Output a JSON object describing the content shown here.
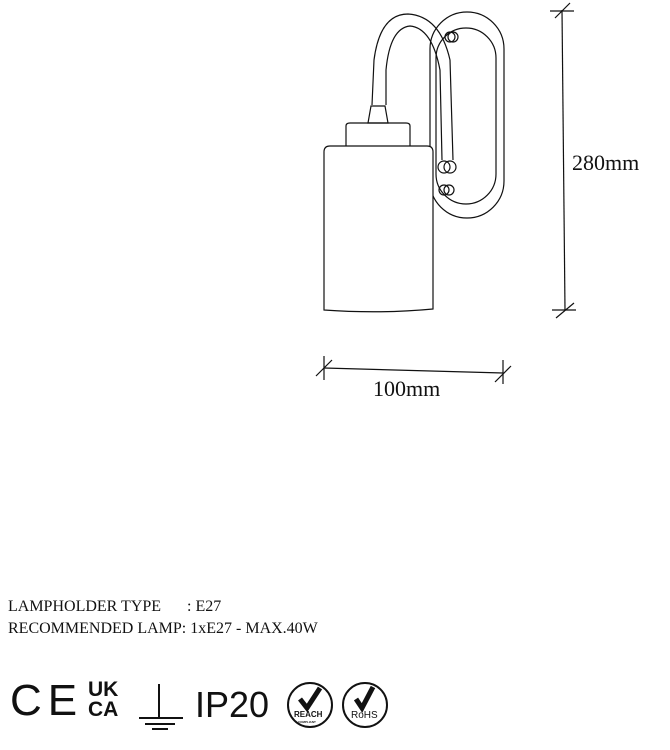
{
  "dimensions": {
    "height": "280mm",
    "width": "100mm"
  },
  "specs": {
    "lampholder_label": "LAMPHOLDER TYPE",
    "lampholder_value": ": E27",
    "lamp_label": "RECOMMENDED LAMP:",
    "lamp_value": "1xE27 - MAX.40W"
  },
  "certifications": {
    "ce": "CE",
    "ukca_top": "UK",
    "ukca_bottom": "CA",
    "ground_icon": "ground-symbol-icon",
    "ip": "IP20",
    "reach": "REACH",
    "reach_sub": "COMPLIANT",
    "rohs": "RoHS"
  },
  "colors": {
    "line": "#111111",
    "background": "#ffffff"
  }
}
